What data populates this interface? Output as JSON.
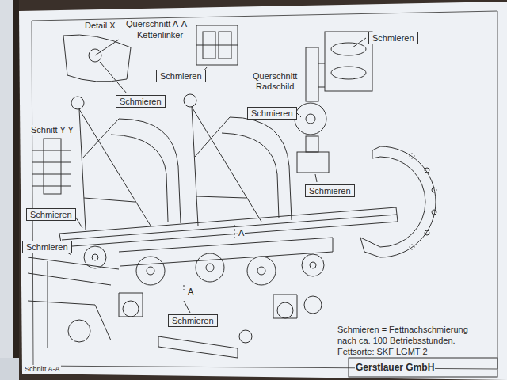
{
  "diagram": {
    "nodes": [
      {
        "text": [
          "Schmieren"
        ]
      },
      {
        "text": [
          "Schmieren"
        ]
      },
      {
        "text": [
          "Schmieren"
        ]
      },
      {
        "text": [
          "Schmieren"
        ]
      },
      {
        "text": [
          "Schmieren"
        ]
      },
      {
        "text": [
          "Schmieren"
        ]
      },
      {
        "text": [
          "Schmieren"
        ]
      },
      {
        "text": [
          "Schmieren"
        ]
      }
    ],
    "labels": [
      "Detail X",
      "Querschnitt A-A",
      "Kettenlinker",
      "Querschnitt",
      "Radschild",
      "Schnitt Y-Y",
      "A",
      "A",
      "Schmieren = Fettnachschmierung",
      "nach ca. 100 Betriebsstunden.",
      "Fettsorte: SKF LGMT 2",
      "Gerstlauer GmbH",
      "Schnitt A-A"
    ]
  }
}
